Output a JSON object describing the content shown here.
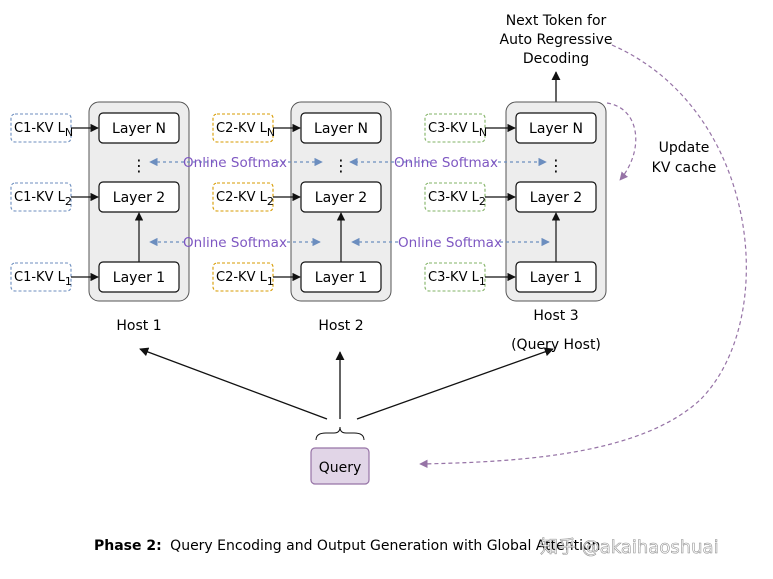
{
  "next_token": {
    "line1": "Next Token for",
    "line2": "Auto Regressive",
    "line3": "Decoding"
  },
  "update_kv": {
    "line1": "Update",
    "line2": "KV cache"
  },
  "hosts": [
    {
      "name": "Host 1",
      "subtitle": "",
      "kv_color": "#6c8ebf",
      "kv_labels": [
        {
          "prefix": "C1-KV L",
          "sub": "N"
        },
        {
          "prefix": "C1-KV L",
          "sub": "2"
        },
        {
          "prefix": "C1-KV L",
          "sub": "1"
        }
      ]
    },
    {
      "name": "Host 2",
      "subtitle": "",
      "kv_color": "#d79b00",
      "kv_labels": [
        {
          "prefix": "C2-KV L",
          "sub": "N"
        },
        {
          "prefix": "C2-KV L",
          "sub": "2"
        },
        {
          "prefix": "C2-KV L",
          "sub": "1"
        }
      ]
    },
    {
      "name": "Host 3",
      "subtitle": "(Query Host)",
      "kv_color": "#82b366",
      "kv_labels": [
        {
          "prefix": "C3-KV L",
          "sub": "N"
        },
        {
          "prefix": "C3-KV L",
          "sub": "2"
        },
        {
          "prefix": "C3-KV L",
          "sub": "1"
        }
      ]
    }
  ],
  "layers": [
    "Layer N",
    "⋮",
    "Layer 2",
    "Layer 1"
  ],
  "online_softmax": "Online Softmax",
  "query": "Query",
  "caption": {
    "bold": "Phase 2:",
    "text": "Query Encoding and Output Generation with Global Attention"
  },
  "watermark": "知乎 @akaihaoshuai",
  "colors": {
    "host_fill": "#ededed",
    "host_stroke": "#555555",
    "softmax": "#7e57c2",
    "softmax_arrow": "#6c8ebf",
    "query_fill": "#e1d5e7",
    "query_stroke": "#9673a6",
    "update_arrow": "#9673a6"
  }
}
